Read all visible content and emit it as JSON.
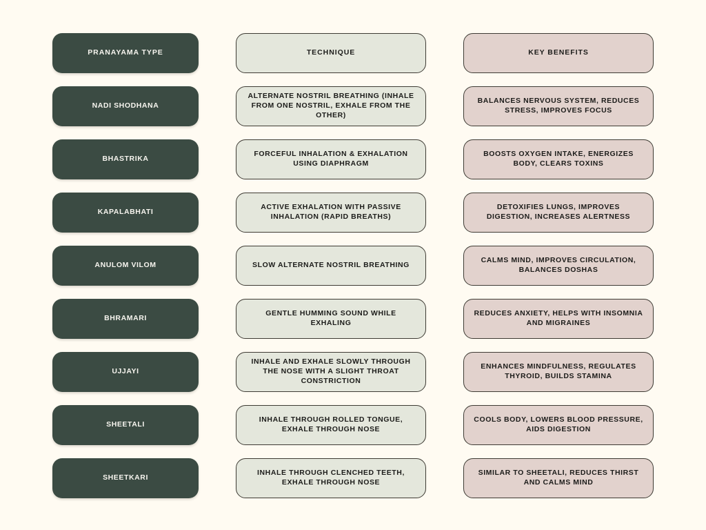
{
  "page": {
    "background_color": "#FFFBF2",
    "accent_dark": "#3B4B43",
    "accent_sage": "#E4E7DC",
    "accent_rose": "#E2D2CD",
    "border_color": "#3D3A33",
    "dark_text_color": "#1C1C1A",
    "light_text_color": "#F7F5EF"
  },
  "table": {
    "headers": {
      "type": "PRANAYAMA TYPE",
      "technique": "TECHNIQUE",
      "benefits": "KEY BENEFITS"
    },
    "rows": [
      {
        "type": "NADI SHODHANA",
        "technique": "ALTERNATE NOSTRIL BREATHING (INHALE FROM ONE NOSTRIL, EXHALE FROM THE OTHER)",
        "benefits": "BALANCES NERVOUS SYSTEM, REDUCES STRESS, IMPROVES FOCUS"
      },
      {
        "type": "BHASTRIKA",
        "technique": "FORCEFUL INHALATION & EXHALATION USING DIAPHRAGM",
        "benefits": "BOOSTS OXYGEN INTAKE, ENERGIZES BODY, CLEARS TOXINS"
      },
      {
        "type": "KAPALABHATI",
        "technique": "ACTIVE EXHALATION WITH PASSIVE INHALATION (RAPID BREATHS)",
        "benefits": "DETOXIFIES LUNGS, IMPROVES DIGESTION, INCREASES ALERTNESS"
      },
      {
        "type": "ANULOM VILOM",
        "technique": "SLOW ALTERNATE NOSTRIL BREATHING",
        "benefits": "CALMS MIND, IMPROVES CIRCULATION, BALANCES DOSHAS"
      },
      {
        "type": "BHRAMARI",
        "technique": "GENTLE HUMMING SOUND WHILE EXHALING",
        "benefits": "REDUCES ANXIETY, HELPS WITH INSOMNIA AND MIGRAINES"
      },
      {
        "type": "UJJAYI",
        "technique": "INHALE AND EXHALE SLOWLY THROUGH THE NOSE WITH A SLIGHT THROAT CONSTRICTION",
        "benefits": "ENHANCES MINDFULNESS, REGULATES THYROID, BUILDS STAMINA"
      },
      {
        "type": "SHEETALI",
        "technique": "INHALE THROUGH ROLLED TONGUE, EXHALE THROUGH NOSE",
        "benefits": "COOLS BODY, LOWERS BLOOD PRESSURE, AIDS DIGESTION"
      },
      {
        "type": "SHEETKARI",
        "technique": "INHALE THROUGH CLENCHED TEETH, EXHALE THROUGH NOSE",
        "benefits": "SIMILAR TO SHEETALI, REDUCES THIRST AND CALMS MIND"
      }
    ]
  }
}
